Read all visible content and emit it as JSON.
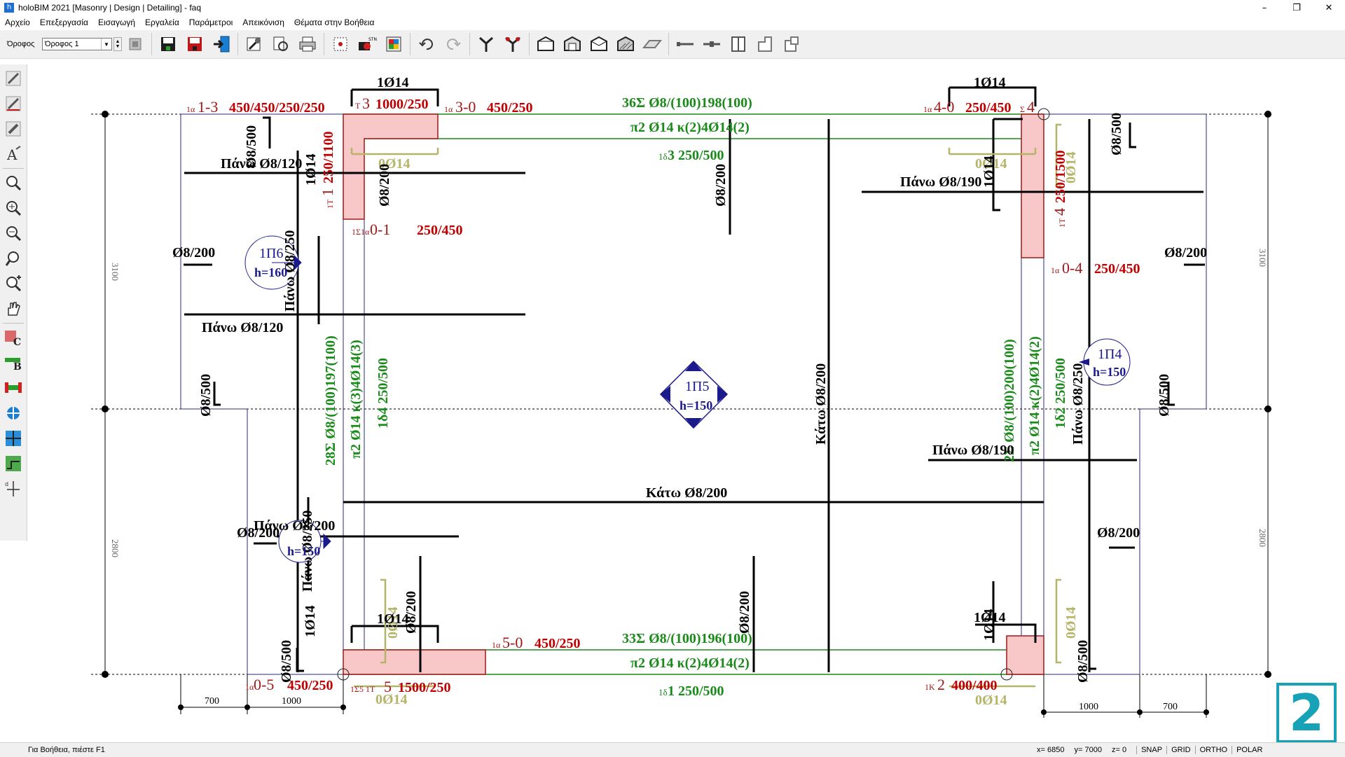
{
  "app": {
    "title": "holoBIM 2021 [Masonry | Design | Detailing] - faq",
    "icon_letter": "h"
  },
  "window_controls": {
    "minimize": "–",
    "maximize": "❐",
    "close": "✕"
  },
  "menu": [
    "Αρχείο",
    "Επεξεργασία",
    "Εισαγωγή",
    "Εργαλεία",
    "Παράμετροι",
    "Απεικόνιση",
    "Θέματα στην Βοήθεια"
  ],
  "toolbar": {
    "floor_label": "Όροφος",
    "floor_value": "Όροφος 1"
  },
  "toolbar_icons": [
    "stop-icon",
    "save-icon",
    "save-as-icon",
    "import-icon",
    "tools-icon",
    "preview-icon",
    "print-icon",
    "snap-select-icon",
    "insert-icon",
    "render-icon",
    "undo-icon",
    "redo-icon",
    "column-icon",
    "column-pair-icon",
    "box-icon",
    "box-open-icon",
    "box-roof-icon",
    "box-hatch-icon",
    "slab-icon",
    "beam-icon",
    "beam-joint-icon",
    "wall-icon",
    "wall-corner-icon",
    "wall-connect-icon"
  ],
  "left_tools": [
    "pen-icon",
    "pen-line-icon",
    "edit-icon",
    "text-icon",
    "zoom-window-icon",
    "zoom-extents-icon",
    "zoom-out-icon",
    "zoom-realtime-icon",
    "zoom-in-icon",
    "pan-icon",
    "column-c-icon",
    "beam-b-icon",
    "beam-place-icon",
    "node-icon",
    "grid-icon",
    "section-icon",
    "dimension-icon"
  ],
  "drawing": {
    "grid_dims": {
      "left_top": "3100",
      "left_bottom": "2800",
      "right_top": "3100",
      "right_bottom": "2800",
      "bottom_left_1": "700",
      "bottom_left_2": "1000",
      "bottom_right_1": "1000",
      "bottom_right_2": "700"
    },
    "red_labels": [
      {
        "pre": "1α",
        "id": "1-3",
        "dim": "450/450/250/250"
      },
      {
        "pre": "Τ",
        "id": "3",
        "dim": "1000/250"
      },
      {
        "pre": "1α",
        "id": "3-0",
        "dim": "450/250"
      },
      {
        "pre": "1α",
        "id": "4-0",
        "dim": "250/450"
      },
      {
        "pre": "Σ",
        "id": "4",
        "dim": ""
      },
      {
        "pre": "1Σ1α",
        "id": "0-1",
        "dim": "250/450"
      },
      {
        "pre": "1α",
        "id": "0-4",
        "dim": "250/450"
      },
      {
        "pre": "1α",
        "id": "5-0",
        "dim": "450/250"
      },
      {
        "pre": "1α",
        "id": "0-5",
        "dim": "450/250"
      },
      {
        "pre": "1Σ5 1Τ",
        "id": "5",
        "dim": "1500/250"
      },
      {
        "pre": "1Κ",
        "id": "2",
        "dim": "400/400"
      },
      {
        "pre": "1Τ",
        "id": "1",
        "dim": "250/1100"
      },
      {
        "pre": "1Τ",
        "id": "4",
        "dim": "250/1500"
      }
    ],
    "green_labels": {
      "top_1": "36Σ Ø8/(100)198(100)",
      "top_2": "π2 Ø14 κ(2)4Ø14(2)",
      "top_3_pre": "1δ",
      "top_3": "3  250/500",
      "bot_1": "33Σ Ø8/(100)196(100)",
      "bot_2": "π2 Ø14 κ(2)4Ø14(2)",
      "bot_3_pre": "1δ",
      "bot_3": "1  250/500",
      "left_1": "28Σ Ø8/(100)197(100)",
      "left_2": "π2 Ø14 κ(3)4Ø14(3)",
      "left_3": "1δ4  250/500",
      "right_1": "2Σ Ø8/(100)200(100)",
      "right_2": "π2 Ø14 κ(2)4Ø14(2)",
      "right_3": "1δ2  250/500"
    },
    "olive_labels": [
      "0Ø14",
      "0Ø14",
      "0Ø14",
      "0Ø14",
      "0Ø14",
      "0Ø14",
      "0Ø14"
    ],
    "black_labels": {
      "top_left_bar": "1Ø14",
      "top_right_bar": "1Ø14",
      "bot_left_bar": "1Ø14",
      "bot_right_bar": "1Ø14",
      "pano_1": "Πάνω Ø8/120",
      "pano_2": "Πάνω Ø8/120",
      "pano_3": "Πάνω Ø8/190",
      "pano_4": "Πάνω Ø8/190",
      "pano_5": "Πάνω Ø8/200",
      "pano_v1": "Πάνω Ø8/250",
      "pano_v2": "Πάνω Ø8/250",
      "pano_v3": "Πάνω Ø8/250",
      "kato_h": "Κάτω  Ø8/200",
      "kato_v": "Κάτω  Ø8/200",
      "d8_200_l1": "Ø8/200",
      "d8_200_l2": "Ø8/200",
      "d8_200_r1": "Ø8/200",
      "d8_200_r2": "Ø8/200",
      "d8_500_v": "Ø8/500",
      "d8_200_v": "Ø8/200",
      "v_1014": "1Ø14"
    },
    "slabs": [
      {
        "id": "1Π6",
        "h": "h=160"
      },
      {
        "id": "1Π5",
        "h": "h=150"
      },
      {
        "id": "1Π4",
        "h": "h=150"
      },
      {
        "id": "",
        "h": "h=150"
      }
    ]
  },
  "status": {
    "help": "Για Βοήθεια, πιέστε F1",
    "x_label": "x=",
    "x": "6850",
    "y_label": "y=",
    "y": "7000",
    "z_label": "z=",
    "z": "0",
    "buttons": [
      "SNAP",
      "GRID",
      "ORTHO",
      "POLAR"
    ]
  },
  "view_badge": "2",
  "colors": {
    "red": "#c00000",
    "green": "#1a8a1a",
    "olive": "#b5b56a",
    "navy": "#1a1a8c",
    "black": "#000000"
  }
}
